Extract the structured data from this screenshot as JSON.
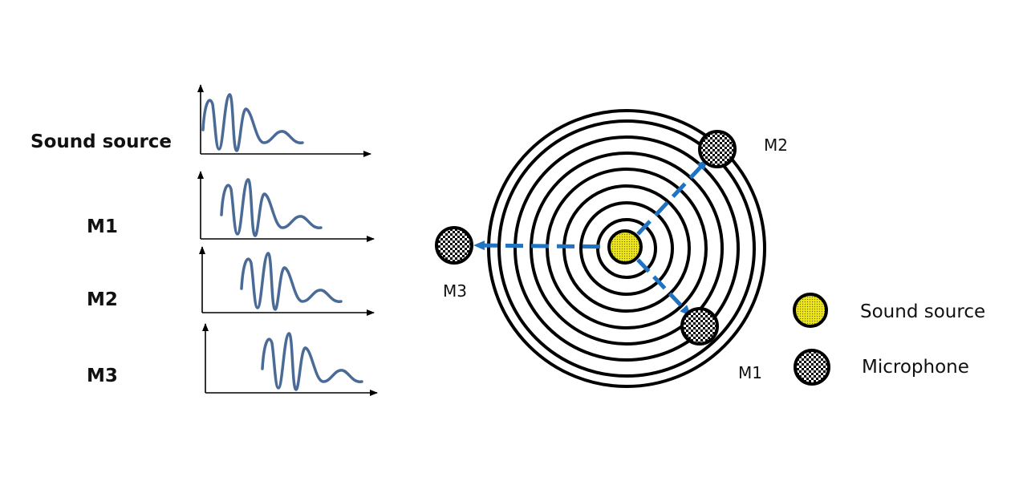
{
  "signals": [
    {
      "label": "Sound source"
    },
    {
      "label": "M1"
    },
    {
      "label": "M2"
    },
    {
      "label": "M3"
    }
  ],
  "microphones": [
    {
      "label": "M1"
    },
    {
      "label": "M2"
    },
    {
      "label": "M3"
    }
  ],
  "legend": {
    "source_label": "Sound source",
    "mic_label": "Microphone"
  },
  "colors": {
    "waveform": "#4a6b96",
    "arrow": "#1f73c2",
    "source_fill": "#e8e01a",
    "ring": "#000000"
  },
  "icons": {
    "source": "yellow-dot-icon",
    "microphone": "checkered-ball-icon"
  }
}
